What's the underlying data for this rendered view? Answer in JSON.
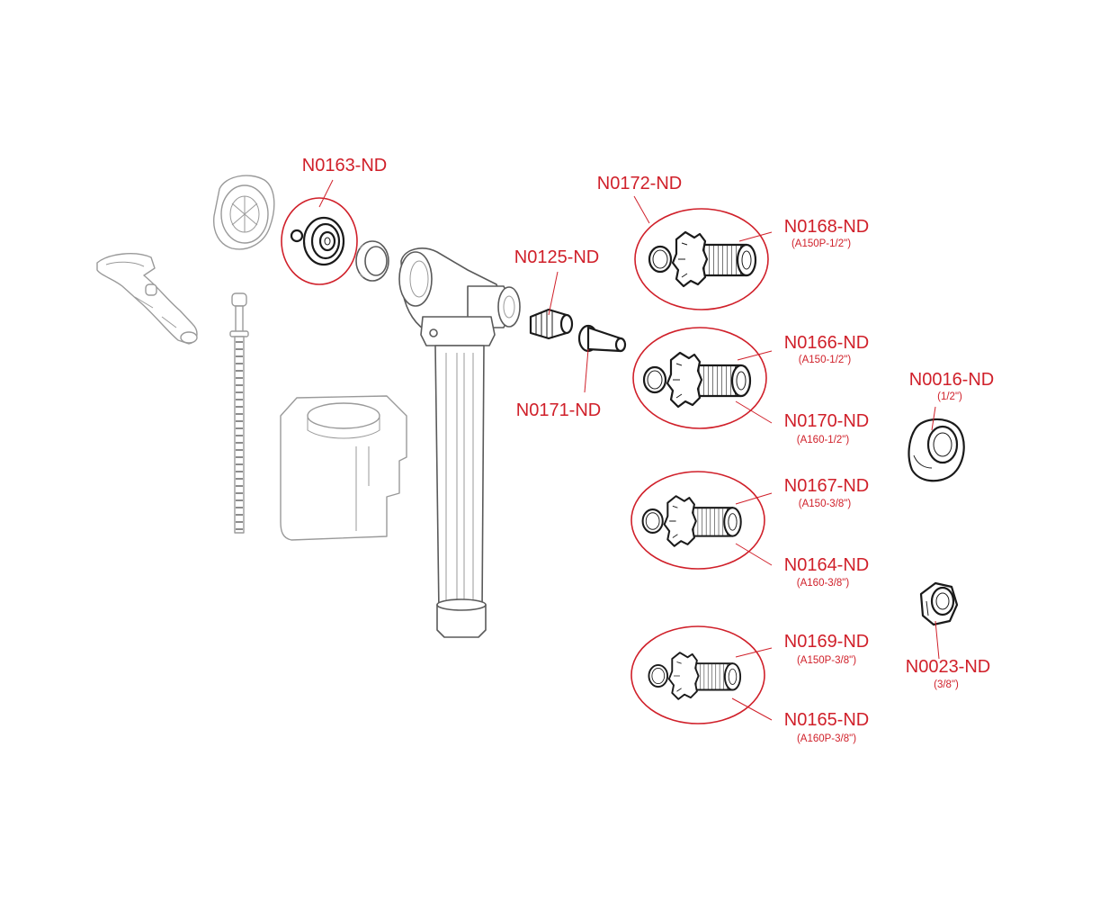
{
  "labels": {
    "n0163": {
      "code": "N0163-ND"
    },
    "n0172": {
      "code": "N0172-ND"
    },
    "n0168": {
      "code": "N0168-ND",
      "sub": "(A150P-1/2\")"
    },
    "n0125": {
      "code": "N0125-ND"
    },
    "n0171": {
      "code": "N0171-ND"
    },
    "n0166": {
      "code": "N0166-ND",
      "sub": "(A150-1/2\")"
    },
    "n0170": {
      "code": "N0170-ND",
      "sub": "(A160-1/2\")"
    },
    "n0016": {
      "code": "N0016-ND",
      "sub": "(1/2\")"
    },
    "n0167": {
      "code": "N0167-ND",
      "sub": "(A150-3/8\")"
    },
    "n0164": {
      "code": "N0164-ND",
      "sub": "(A160-3/8\")"
    },
    "n0023": {
      "code": "N0023-ND",
      "sub": "(3/8\")"
    },
    "n0169": {
      "code": "N0169-ND",
      "sub": "(A150P-3/8\")"
    },
    "n0165": {
      "code": "N0165-ND",
      "sub": "(A160P-3/8\")"
    }
  },
  "colors": {
    "highlight": "#d0202a",
    "outline": "#5a5a5a",
    "outline_light": "#9a9a9a",
    "outline_dark": "#1a1a1a",
    "background": "#ffffff"
  }
}
